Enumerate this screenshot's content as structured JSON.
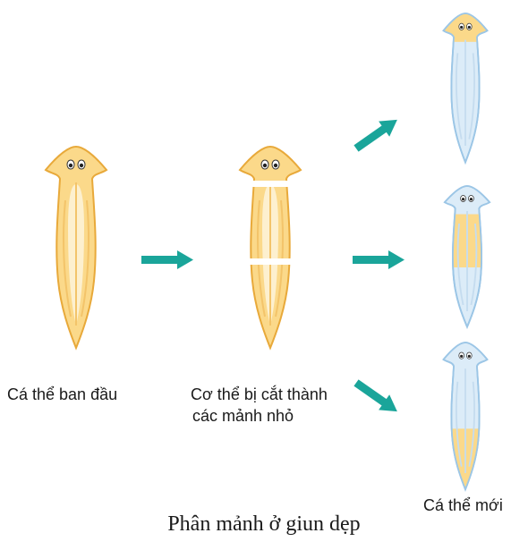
{
  "labels": {
    "original": "Cá thể ban đầu",
    "cut_line1": "Cơ thể bị cắt thành",
    "cut_line2": "các mảnh nhỏ",
    "new": "Cá thể mới"
  },
  "caption": "Phân mảnh ở giun dẹp",
  "colors": {
    "worm_fill": "#fbd98a",
    "worm_stroke": "#e8a93a",
    "gut": "#fdf0cf",
    "regen_fill": "#dcecf8",
    "regen_stroke": "#9cc6e6",
    "arrow": "#1aa59a"
  },
  "icons": [
    "flatworm-icon",
    "arrow-right-icon",
    "arrow-up-right-icon",
    "arrow-down-right-icon"
  ]
}
